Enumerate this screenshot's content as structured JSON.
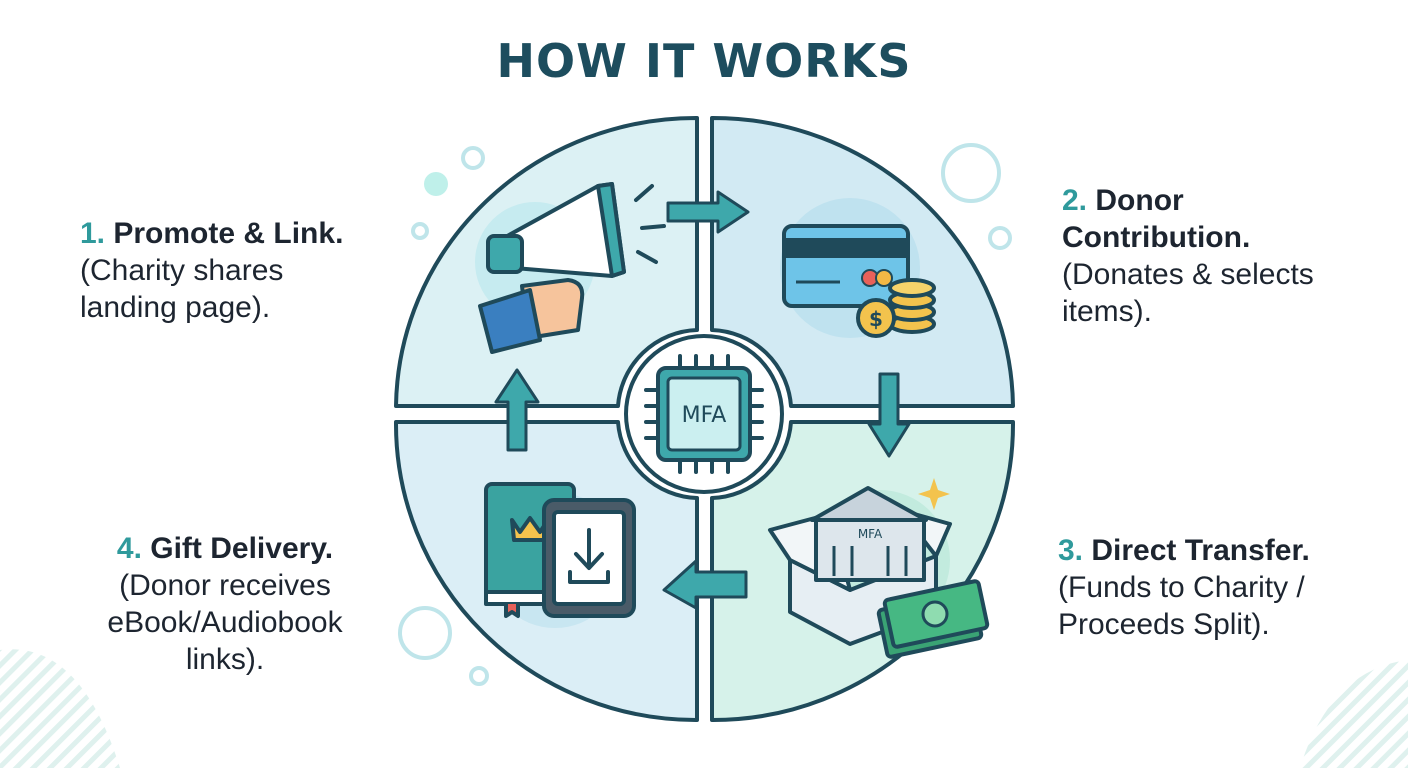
{
  "title": "HOW IT WORKS",
  "center_label": "MFA",
  "building_label": "MFA",
  "steps": [
    {
      "number": "1.",
      "heading": "Promote & Link.",
      "description": "(Charity shares landing page).",
      "icon": "megaphone-icon"
    },
    {
      "number": "2.",
      "heading": "Donor Contribution.",
      "description": "(Donates & selects items).",
      "icon": "credit-card-coins-icon"
    },
    {
      "number": "3.",
      "heading": "Direct Transfer.",
      "description": "(Funds to Charity / Proceeds Split).",
      "icon": "building-box-cash-icon"
    },
    {
      "number": "4.",
      "heading": "Gift Delivery.",
      "description": "(Donor receives eBook/Audiobook links).",
      "icon": "book-tablet-download-icon"
    }
  ],
  "colors": {
    "title": "#1d4d5e",
    "accent": "#2f9a9c",
    "outline": "#1f4a5a",
    "q1": "#dcf1f4",
    "q2": "#d2eaf3",
    "q3": "#d6f2ea",
    "q4": "#dbeef6"
  }
}
